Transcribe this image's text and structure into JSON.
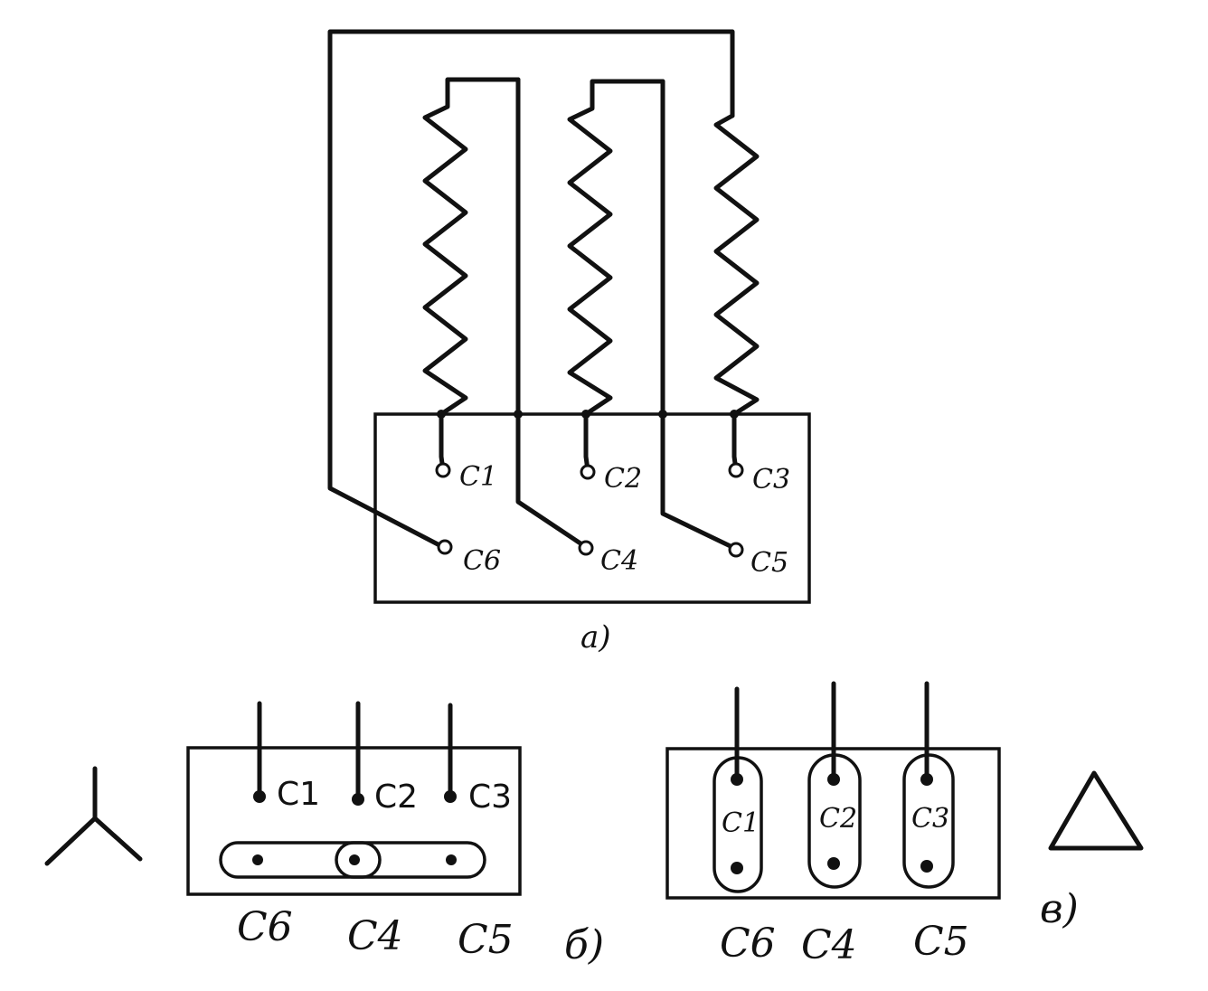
{
  "figure_a": {
    "caption": "a)",
    "top_terminals": [
      "C1",
      "C2",
      "C3"
    ],
    "bottom_terminals": [
      "C6",
      "C4",
      "C5"
    ]
  },
  "figure_b": {
    "caption": "б)",
    "connection_symbol": "star-icon",
    "top_terminals": [
      "C1",
      "C2",
      "C3"
    ],
    "bottom_terminals": [
      "C6",
      "C4",
      "C5"
    ]
  },
  "figure_c": {
    "caption": "в)",
    "connection_symbol": "delta-icon",
    "top_terminals": [
      "C1",
      "C2",
      "C3"
    ],
    "bottom_terminals": [
      "C6",
      "C4",
      "C5"
    ]
  }
}
